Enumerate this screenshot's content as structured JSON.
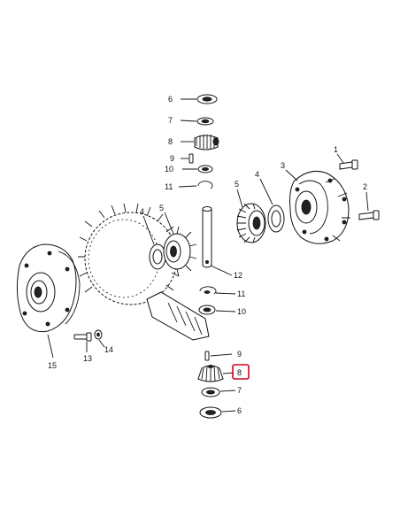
{
  "diagram": {
    "highlight_color": "#d0021b",
    "callouts": [
      {
        "id": "c6-top",
        "label": "6"
      },
      {
        "id": "c7-top",
        "label": "7"
      },
      {
        "id": "c8-top",
        "label": "8"
      },
      {
        "id": "c9-top",
        "label": "9"
      },
      {
        "id": "c10-top",
        "label": "10"
      },
      {
        "id": "c11-top",
        "label": "11"
      },
      {
        "id": "c1",
        "label": "1"
      },
      {
        "id": "c3",
        "label": "3"
      },
      {
        "id": "c2",
        "label": "2"
      },
      {
        "id": "c4-right",
        "label": "4"
      },
      {
        "id": "c5-right",
        "label": "5"
      },
      {
        "id": "c4-left",
        "label": "4"
      },
      {
        "id": "c5-left",
        "label": "5"
      },
      {
        "id": "c12",
        "label": "12"
      },
      {
        "id": "c11-bottom",
        "label": "11"
      },
      {
        "id": "c10-bottom",
        "label": "10"
      },
      {
        "id": "c15",
        "label": "15"
      },
      {
        "id": "c13",
        "label": "13"
      },
      {
        "id": "c14",
        "label": "14"
      },
      {
        "id": "c9-bottom",
        "label": "9"
      },
      {
        "id": "c8-bottom",
        "label": "8",
        "highlighted": true
      },
      {
        "id": "c7-bottom",
        "label": "7"
      },
      {
        "id": "c6-bottom",
        "label": "6"
      }
    ]
  }
}
